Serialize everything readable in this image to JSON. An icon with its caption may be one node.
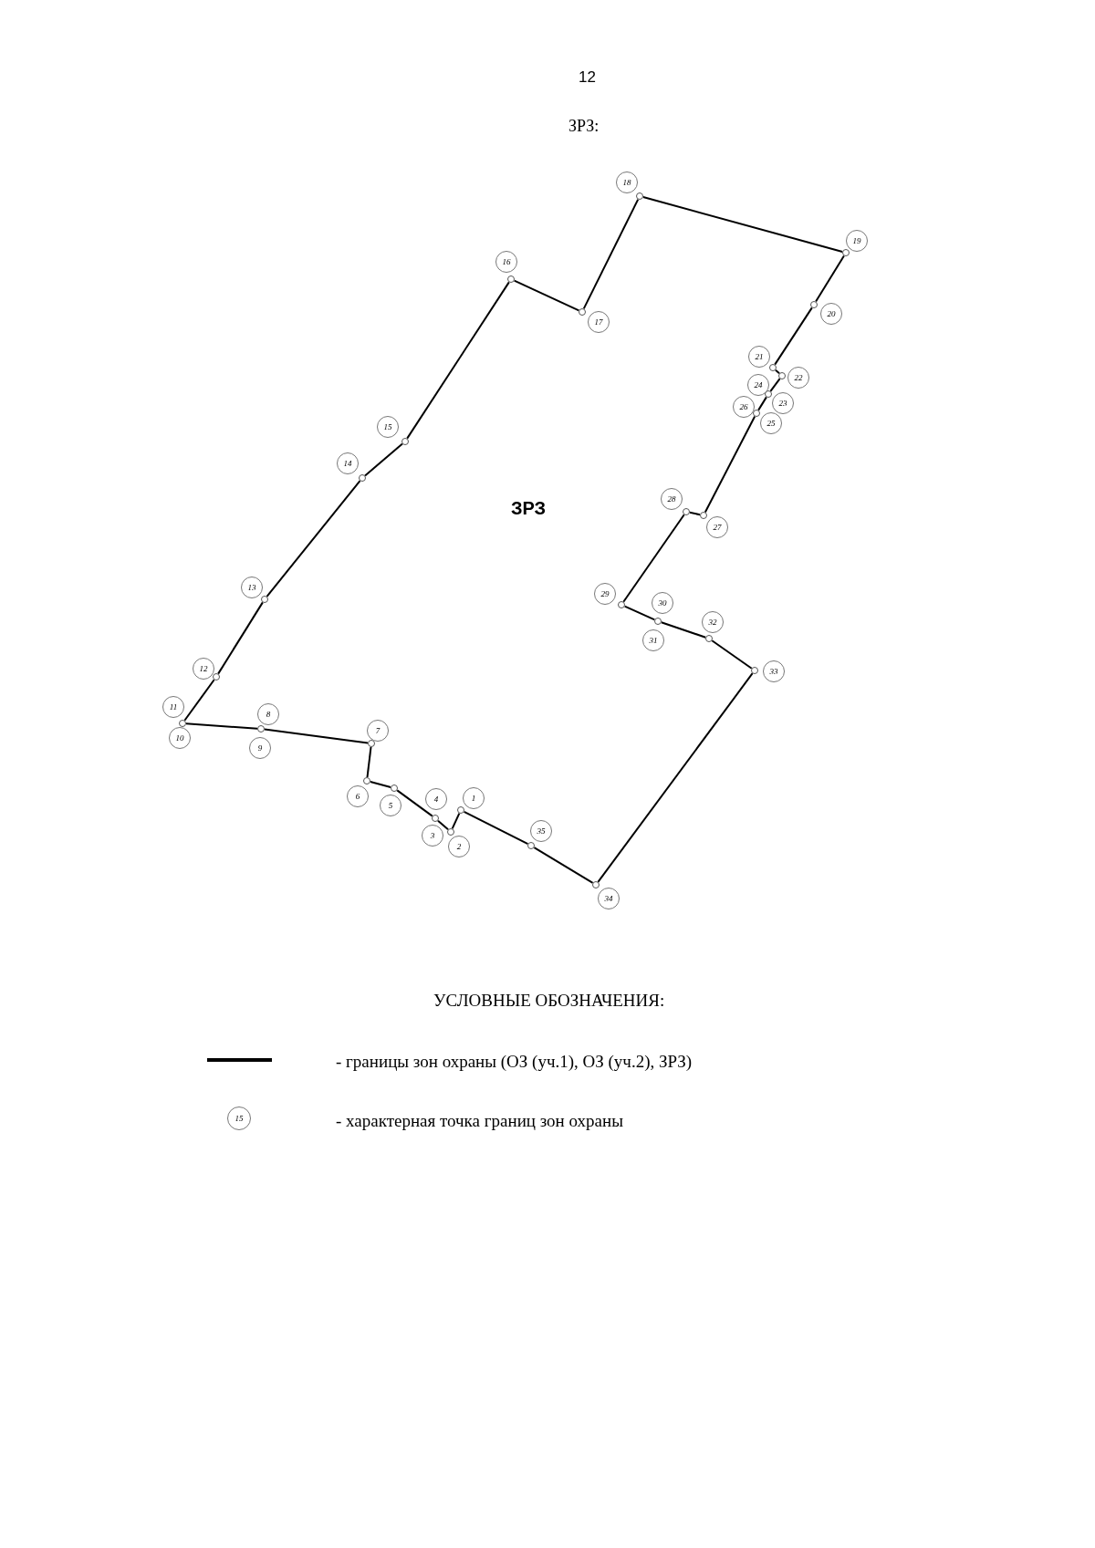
{
  "diagram": {
    "title": "ЗРЗ:",
    "nodes": [
      {
        "text": [],
        "shape": "circle",
        "beside": [
          "1"
        ]
      },
      {
        "text": [],
        "shape": "circle",
        "beside": [
          "2"
        ]
      },
      {
        "text": [],
        "shape": "circle",
        "beside": [
          "3",
          "4"
        ]
      },
      {
        "text": [],
        "shape": "circle",
        "beside": [
          "5"
        ]
      },
      {
        "text": [],
        "shape": "circle",
        "beside": [
          "6"
        ]
      },
      {
        "text": [],
        "shape": "circle",
        "beside": [
          "7"
        ]
      },
      {
        "text": [],
        "shape": "circle",
        "beside": [
          "8",
          "9"
        ]
      },
      {
        "text": [],
        "shape": "circle",
        "beside": [
          "10",
          "11"
        ]
      },
      {
        "text": [],
        "shape": "circle",
        "beside": [
          "12"
        ]
      },
      {
        "text": [],
        "shape": "circle",
        "beside": [
          "13"
        ]
      },
      {
        "text": [],
        "shape": "circle",
        "beside": [
          "14"
        ]
      },
      {
        "text": [],
        "shape": "circle",
        "beside": [
          "15"
        ]
      },
      {
        "text": [],
        "shape": "circle",
        "beside": [
          "16"
        ]
      },
      {
        "text": [],
        "shape": "circle",
        "beside": [
          "17"
        ]
      },
      {
        "text": [],
        "shape": "circle",
        "beside": [
          "18"
        ]
      },
      {
        "text": [],
        "shape": "circle",
        "beside": [
          "19"
        ]
      },
      {
        "text": [],
        "shape": "circle",
        "beside": [
          "20"
        ]
      },
      {
        "text": [],
        "shape": "circle",
        "beside": [
          "21"
        ]
      },
      {
        "text": [],
        "shape": "circle",
        "beside": [
          "22"
        ]
      },
      {
        "text": [],
        "shape": "circle",
        "beside": [
          "23",
          "24"
        ]
      },
      {
        "text": [],
        "shape": "circle",
        "beside": [
          "25",
          "26"
        ]
      },
      {
        "text": [],
        "shape": "circle",
        "beside": [
          "27"
        ]
      },
      {
        "text": [],
        "shape": "circle",
        "beside": [
          "28"
        ]
      },
      {
        "text": [],
        "shape": "circle",
        "beside": [
          "29"
        ]
      },
      {
        "text": [],
        "shape": "circle",
        "beside": [
          "30",
          "31"
        ]
      },
      {
        "text": [],
        "shape": "circle",
        "beside": [
          "32"
        ]
      },
      {
        "text": [],
        "shape": "circle",
        "beside": [
          "33"
        ]
      },
      {
        "text": [],
        "shape": "circle",
        "beside": [
          "34"
        ]
      },
      {
        "text": [],
        "shape": "circle",
        "beside": [
          "35"
        ]
      }
    ],
    "edges": [
      {
        "from": 0,
        "to": 1,
        "arrow": "none"
      },
      {
        "from": 1,
        "to": 2,
        "arrow": "none"
      },
      {
        "from": 2,
        "to": 3,
        "arrow": "none"
      },
      {
        "from": 3,
        "to": 4,
        "arrow": "none"
      },
      {
        "from": 4,
        "to": 5,
        "arrow": "none"
      },
      {
        "from": 5,
        "to": 6,
        "arrow": "none"
      },
      {
        "from": 6,
        "to": 7,
        "arrow": "none"
      },
      {
        "from": 7,
        "to": 8,
        "arrow": "none"
      },
      {
        "from": 8,
        "to": 9,
        "arrow": "none"
      },
      {
        "from": 9,
        "to": 10,
        "arrow": "none"
      },
      {
        "from": 10,
        "to": 11,
        "arrow": "none"
      },
      {
        "from": 11,
        "to": 12,
        "arrow": "none"
      },
      {
        "from": 12,
        "to": 13,
        "arrow": "none"
      },
      {
        "from": 13,
        "to": 14,
        "arrow": "none"
      },
      {
        "from": 14,
        "to": 15,
        "arrow": "none"
      },
      {
        "from": 15,
        "to": 16,
        "arrow": "none"
      },
      {
        "from": 16,
        "to": 17,
        "arrow": "none"
      },
      {
        "from": 17,
        "to": 18,
        "arrow": "none"
      },
      {
        "from": 18,
        "to": 19,
        "arrow": "none"
      },
      {
        "from": 19,
        "to": 20,
        "arrow": "none"
      },
      {
        "from": 20,
        "to": 21,
        "arrow": "none"
      },
      {
        "from": 21,
        "to": 22,
        "arrow": "none"
      },
      {
        "from": 22,
        "to": 23,
        "arrow": "none"
      },
      {
        "from": 23,
        "to": 24,
        "arrow": "none"
      },
      {
        "from": 24,
        "to": 25,
        "arrow": "none"
      },
      {
        "from": 25,
        "to": 26,
        "arrow": "none"
      },
      {
        "from": 26,
        "to": 27,
        "arrow": "none"
      },
      {
        "from": 27,
        "to": 28,
        "arrow": "none"
      },
      {
        "from": 28,
        "to": 0,
        "arrow": "none"
      }
    ],
    "labels": [
      "12",
      "ЗРЗ",
      "УСЛОВНЫЕ ОБОЗНАЧЕНИЯ:",
      "15"
    ],
    "legend": [
      {
        "text": "- границы зон охраны (ОЗ (уч.1), ОЗ (уч.2), ЗРЗ)"
      },
      {
        "text": "- характерная точка границ зон охраны"
      }
    ]
  }
}
